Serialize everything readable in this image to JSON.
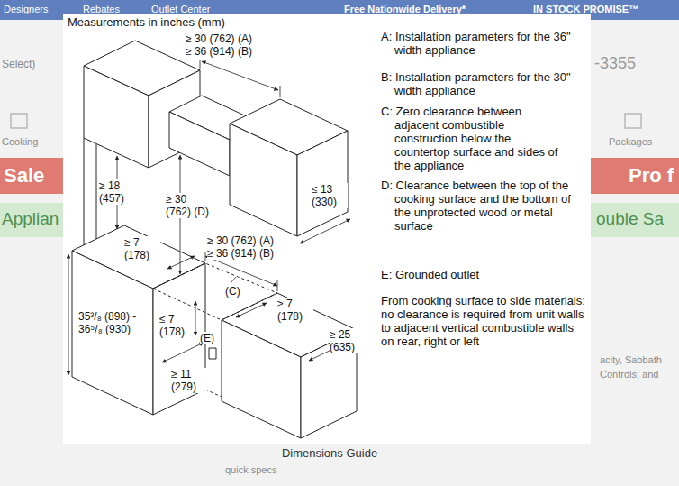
{
  "diagram": {
    "title": "Measurements in inches (mm)",
    "caption": "Dimensions Guide",
    "labels": [
      "≥ 30 (762) (A)",
      "≥ 36 (914) (B)",
      "≥ 18 (457)",
      "≥ 30 (762) (D)",
      "≤ 13 (330)",
      "≥ 7 (178)",
      "≥ 30 (762) (A)",
      "≥ 36 (914) (B)",
      "(C)",
      "≥ 7 (178)",
      "35³/₈ (898) - 36⁵/₈ (930)",
      "≤ 7 (178)",
      "(E)",
      "≥ 25 (635)",
      "≥ 11 (279)",
      "A: Installation parameters for the 36\" width appliance",
      "B: Installation parameters for the 30\" width appliance",
      "C: Zero clearance between adjacent combustible construction below the countertop surface and sides of the appliance",
      "D: Clearance between the top of the cooking surface and the bottom of the unprotected wood or metal surface",
      "E: Grounded outlet",
      "From cooking surface to side materials: no clearance is required from unit walls to adjacent vertical combustible walls on rear, right or left",
      "Designers",
      "Rebates",
      "Outlet Center",
      "Free Nationwide Delivery*",
      "IN STOCK PROMISE™",
      "Select)",
      "Cooking",
      "Sale",
      "Applian",
      "-3355",
      "Packages",
      "Pro f",
      "ouble Sa",
      "acity, Sabbath",
      "Controls; and",
      "quick specs"
    ]
  }
}
